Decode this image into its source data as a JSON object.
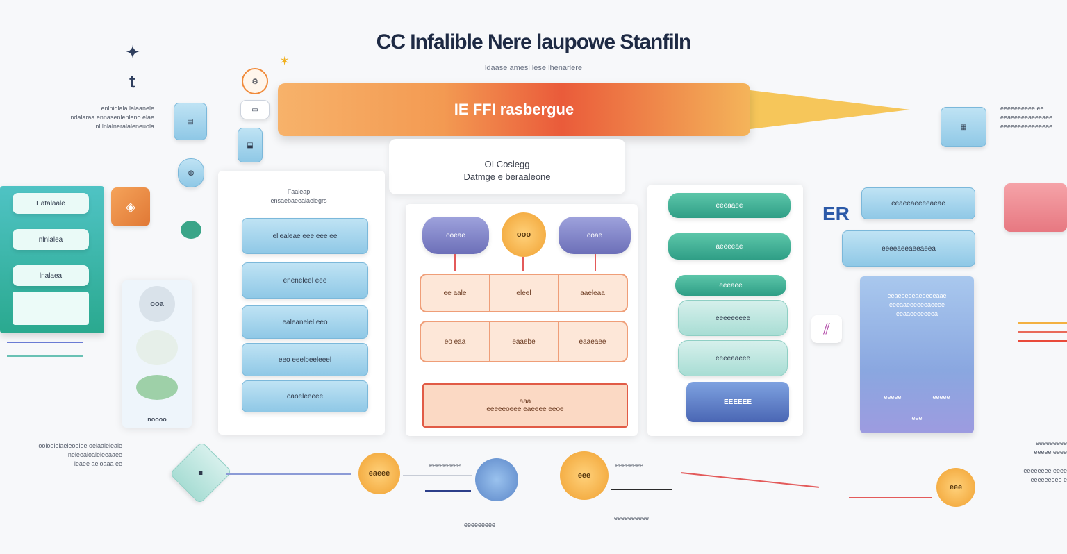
{
  "header": {
    "title": "CC Infalible Nere laupowe Stanfiln",
    "subtitle": "ldaase amesl lese lhenarlere"
  },
  "banner": {
    "label": "IE FFI rasbergue",
    "sub_line1": "OI Coslegg",
    "sub_line2": "Datmge e  beraaleone"
  },
  "left": {
    "text_lines": [
      "enlnidlala lalaanele",
      "ndalaraa ennasenlenleno elae",
      "nl lnlalneralaleneuola"
    ],
    "cards": [
      "Eatalaale",
      "nlnlalea",
      "lnalaea"
    ],
    "circles": [
      "ooa",
      "",
      ""
    ],
    "footer_label": "noooo",
    "bottom_text": [
      "ooloolelaeleoeloe oelaaleleale",
      "neleealoaleleeaaee",
      "leaee aeloaaa ee"
    ]
  },
  "col2": {
    "header": [
      "Faaleap",
      "ensaebaeealaelegrs"
    ],
    "items": [
      "ellealeae eee eee ee",
      "eneneleel eee",
      "ealeanelel eeo",
      "eeo eeelbeeleeel",
      "oaoeleeeee"
    ]
  },
  "center": {
    "pills": [
      "ooeae",
      "ooo",
      "ooae"
    ],
    "grid_row1": [
      "ee aale",
      "eleel",
      "aaeleaa"
    ],
    "grid_row2": [
      "eo eaa",
      "eaaebe",
      "eaaeaee"
    ],
    "footer_box": [
      "aaa",
      "eeeeeoeee eaeeee eeoe"
    ]
  },
  "col4": {
    "items": [
      "eeeaaee",
      "aeeeeae",
      "eeeaee",
      "eeeeeeeee",
      "eeeeaaeee"
    ],
    "last": "EEEEEE"
  },
  "col5": {
    "badge": "ER",
    "items": [
      "eeaeeaeeeeaeae",
      "eeeeaeeaeeaeea"
    ],
    "panel_rows": [
      "eeaeeeeeaeeeeeaae",
      "eeeaaeeeeeeaeeee",
      "eeaaeeeeeeea"
    ],
    "panel_foot": [
      "eeeee",
      "eeeee",
      "eee"
    ]
  },
  "right": {
    "text_lines": [
      "eeeeeeeeee ee",
      "eeaeeeeeaeeeaee",
      "eeeeeeeeeeeeeae"
    ],
    "bottom_lines": [
      "eeeeeeeee",
      "eeeee  eeee",
      "eeeeeeee eeee",
      "eeeeeeeee e"
    ]
  },
  "bottom": {
    "circle_left": "eaeee",
    "circle_mid": "eee",
    "circle_right": "eee",
    "label_a": "eeeeeeeee",
    "label_b": "eeeeeeeee",
    "label_c": "eeeeeeee",
    "label_d": "eeeeeeeeee"
  }
}
